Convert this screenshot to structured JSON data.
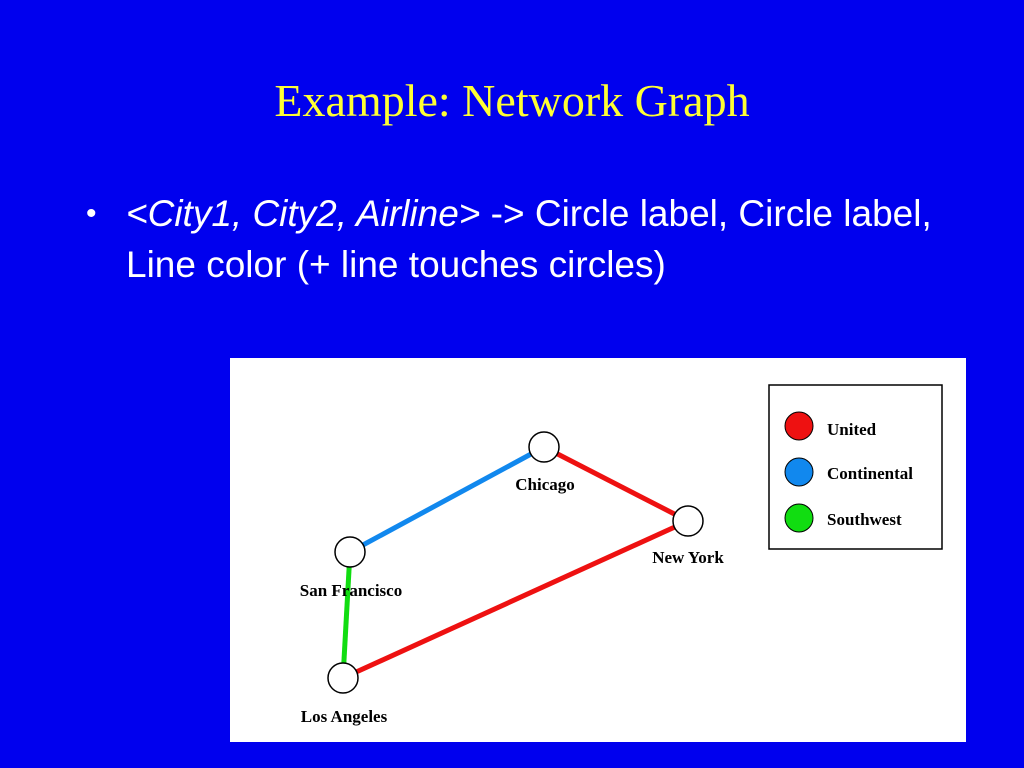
{
  "slide": {
    "title": "Example: Network Graph",
    "bullet": {
      "italic_text": "<City1, City2, Airline>",
      "rest_text": " -> Circle label, Circle label, Line color (+ line touches circles)"
    }
  },
  "diagram": {
    "nodes": [
      {
        "id": "chicago",
        "label": "Chicago"
      },
      {
        "id": "new-york",
        "label": "New York"
      },
      {
        "id": "san-francisco",
        "label": "San Francisco"
      },
      {
        "id": "los-angeles",
        "label": "Los Angeles"
      }
    ],
    "edges": [
      {
        "from": "san-francisco",
        "to": "chicago",
        "airline": "Continental"
      },
      {
        "from": "chicago",
        "to": "new-york",
        "airline": "United"
      },
      {
        "from": "new-york",
        "to": "los-angeles",
        "airline": "United"
      },
      {
        "from": "san-francisco",
        "to": "los-angeles",
        "airline": "Southwest"
      }
    ],
    "legend": [
      {
        "label": "United",
        "color": "#ee1111"
      },
      {
        "label": "Continental",
        "color": "#1188ee"
      },
      {
        "label": "Southwest",
        "color": "#11dd11"
      }
    ]
  }
}
